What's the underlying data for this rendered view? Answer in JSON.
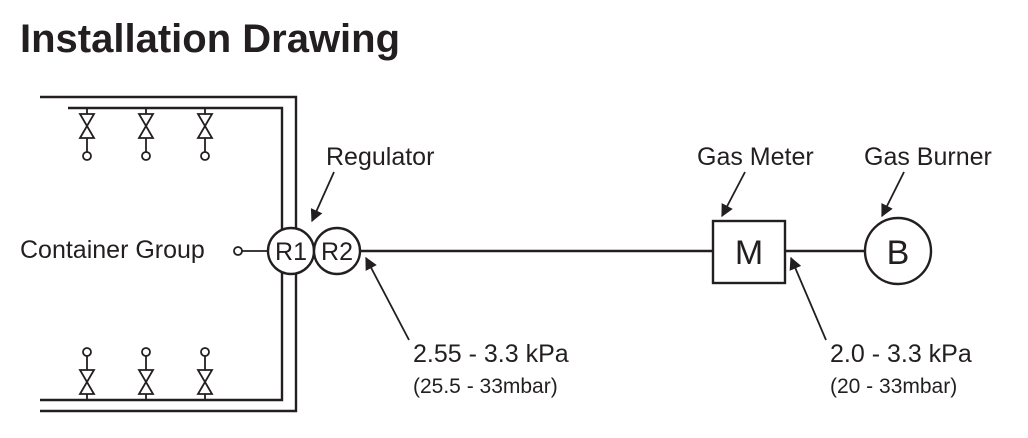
{
  "title": "Installation Drawing",
  "labels": {
    "container_group": "Container Group",
    "regulator": "Regulator",
    "gas_meter": "Gas Meter",
    "gas_burner": "Gas Burner"
  },
  "symbols": {
    "regulator_1": "R1",
    "regulator_2": "R2",
    "meter": "M",
    "burner": "B"
  },
  "pressures": {
    "supply": {
      "kpa": "2.55 - 3.3 kPa",
      "mbar": "(25.5 - 33mbar)"
    },
    "burner": {
      "kpa": "2.0 - 3.3 kPa",
      "mbar": "(20 - 33mbar)"
    }
  },
  "colors": {
    "ink": "#231f20",
    "background": "#ffffff"
  }
}
